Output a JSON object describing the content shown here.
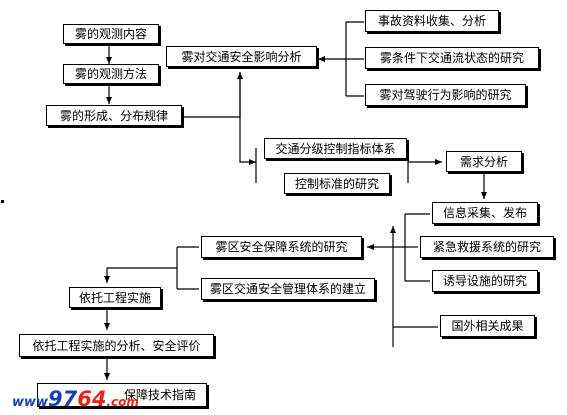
{
  "nodes": {
    "fog_observation_content": "雾的观测内容",
    "fog_observation_method": "雾的观测方法",
    "fog_formation_distribution": "雾的形成、分布规律",
    "fog_traffic_safety_impact": "雾对交通安全影响分析",
    "accident_data_analysis": "事故资料收集、分析",
    "traffic_flow_under_fog": "雾条件下交通流状态的研究",
    "fog_driving_behavior": "雾对驾驶行为影响的研究",
    "traffic_control_indicator_system": "交通分级控制指标体系",
    "control_standard_research": "控制标准的研究",
    "demand_analysis": "需求分析",
    "info_collection_release": "信息采集、发布",
    "emergency_rescue_system": "紧急救援系统的研究",
    "guidance_facilities": "诱导设施的研究",
    "foreign_achievements": "国外相关成果",
    "fog_zone_safety_system": "雾区安全保障系统的研究",
    "fog_zone_management_system": "雾区交通安全管理体系的建立",
    "project_implementation": "依托工程实施",
    "project_analysis_evaluation": "依托工程实施的分析、安全评价",
    "guarantee_tech_guide": "保障技术指南"
  },
  "watermark": {
    "prefix": "www",
    "number": "97",
    "number_red": "64",
    "suffix": ".com"
  },
  "colors": {
    "line": "#000000",
    "box_fill": "#ffffff",
    "watermark_blue": "#1c3fb8",
    "watermark_red": "#e12a1c"
  }
}
